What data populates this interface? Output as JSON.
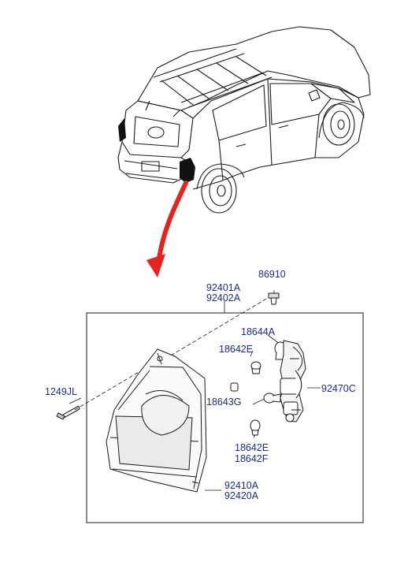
{
  "labels": {
    "housing_upper": [
      "92401A",
      "92402A"
    ],
    "screw_top": "86910",
    "bulb_top": "18644A",
    "bulb_small_top": "18642E",
    "socket_assembly": "92470C",
    "bulb_middle": "18643G",
    "bulb_bottom": [
      "18642E",
      "18642F"
    ],
    "screw_left": "1249JL",
    "lamp_lens": [
      "92410A",
      "92420A"
    ]
  },
  "colors": {
    "label_text": "#1a2b8c",
    "arrow": "#e8231f",
    "line": "#1a1a1a"
  }
}
